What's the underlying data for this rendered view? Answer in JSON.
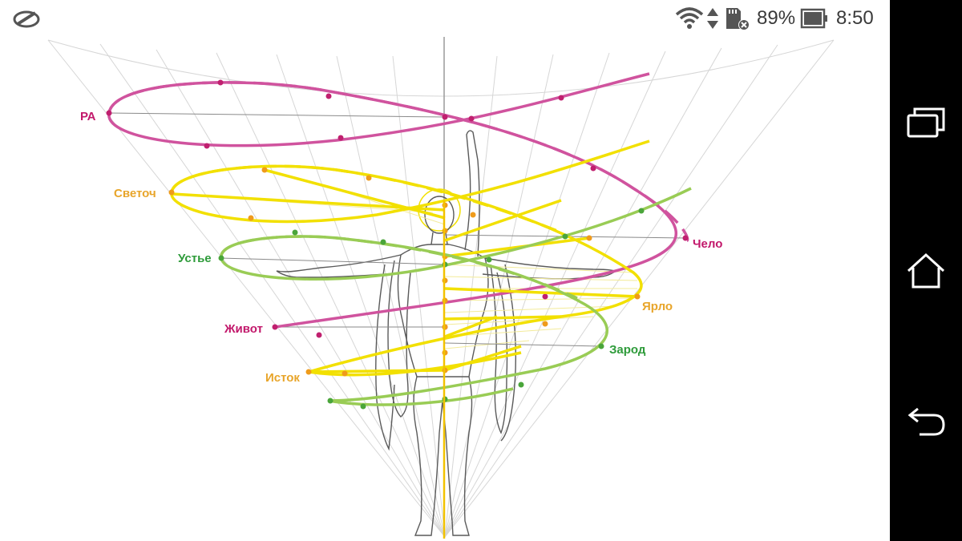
{
  "status_bar": {
    "battery_percent": "89%",
    "time": "8:50",
    "icons": [
      "app-notification-icon",
      "wifi-icon",
      "data-arrows-icon",
      "sd-card-icon",
      "battery-icon"
    ]
  },
  "diagram": {
    "labels": {
      "ra": "РА",
      "svetoch": "Светоч",
      "ustie": "Устье",
      "chelo": "Чело",
      "yarlo": "Ярло",
      "zhivot": "Живот",
      "zarod": "Зарод",
      "istok": "Исток"
    },
    "colors": {
      "magenta": "#d0539e",
      "magenta_dot": "#c0206f",
      "magenta_label": "#c2186b",
      "yellow": "#f2e000",
      "orange_dot": "#ef9b1b",
      "orange_label": "#e8a52a",
      "green": "#99cc55",
      "green_dot": "#4aa53a",
      "green_label": "#2e9b3a",
      "grey_lines": "#d2d2d2"
    }
  },
  "nav_bar": {
    "buttons": [
      "recents-button",
      "home-button",
      "back-button"
    ]
  }
}
